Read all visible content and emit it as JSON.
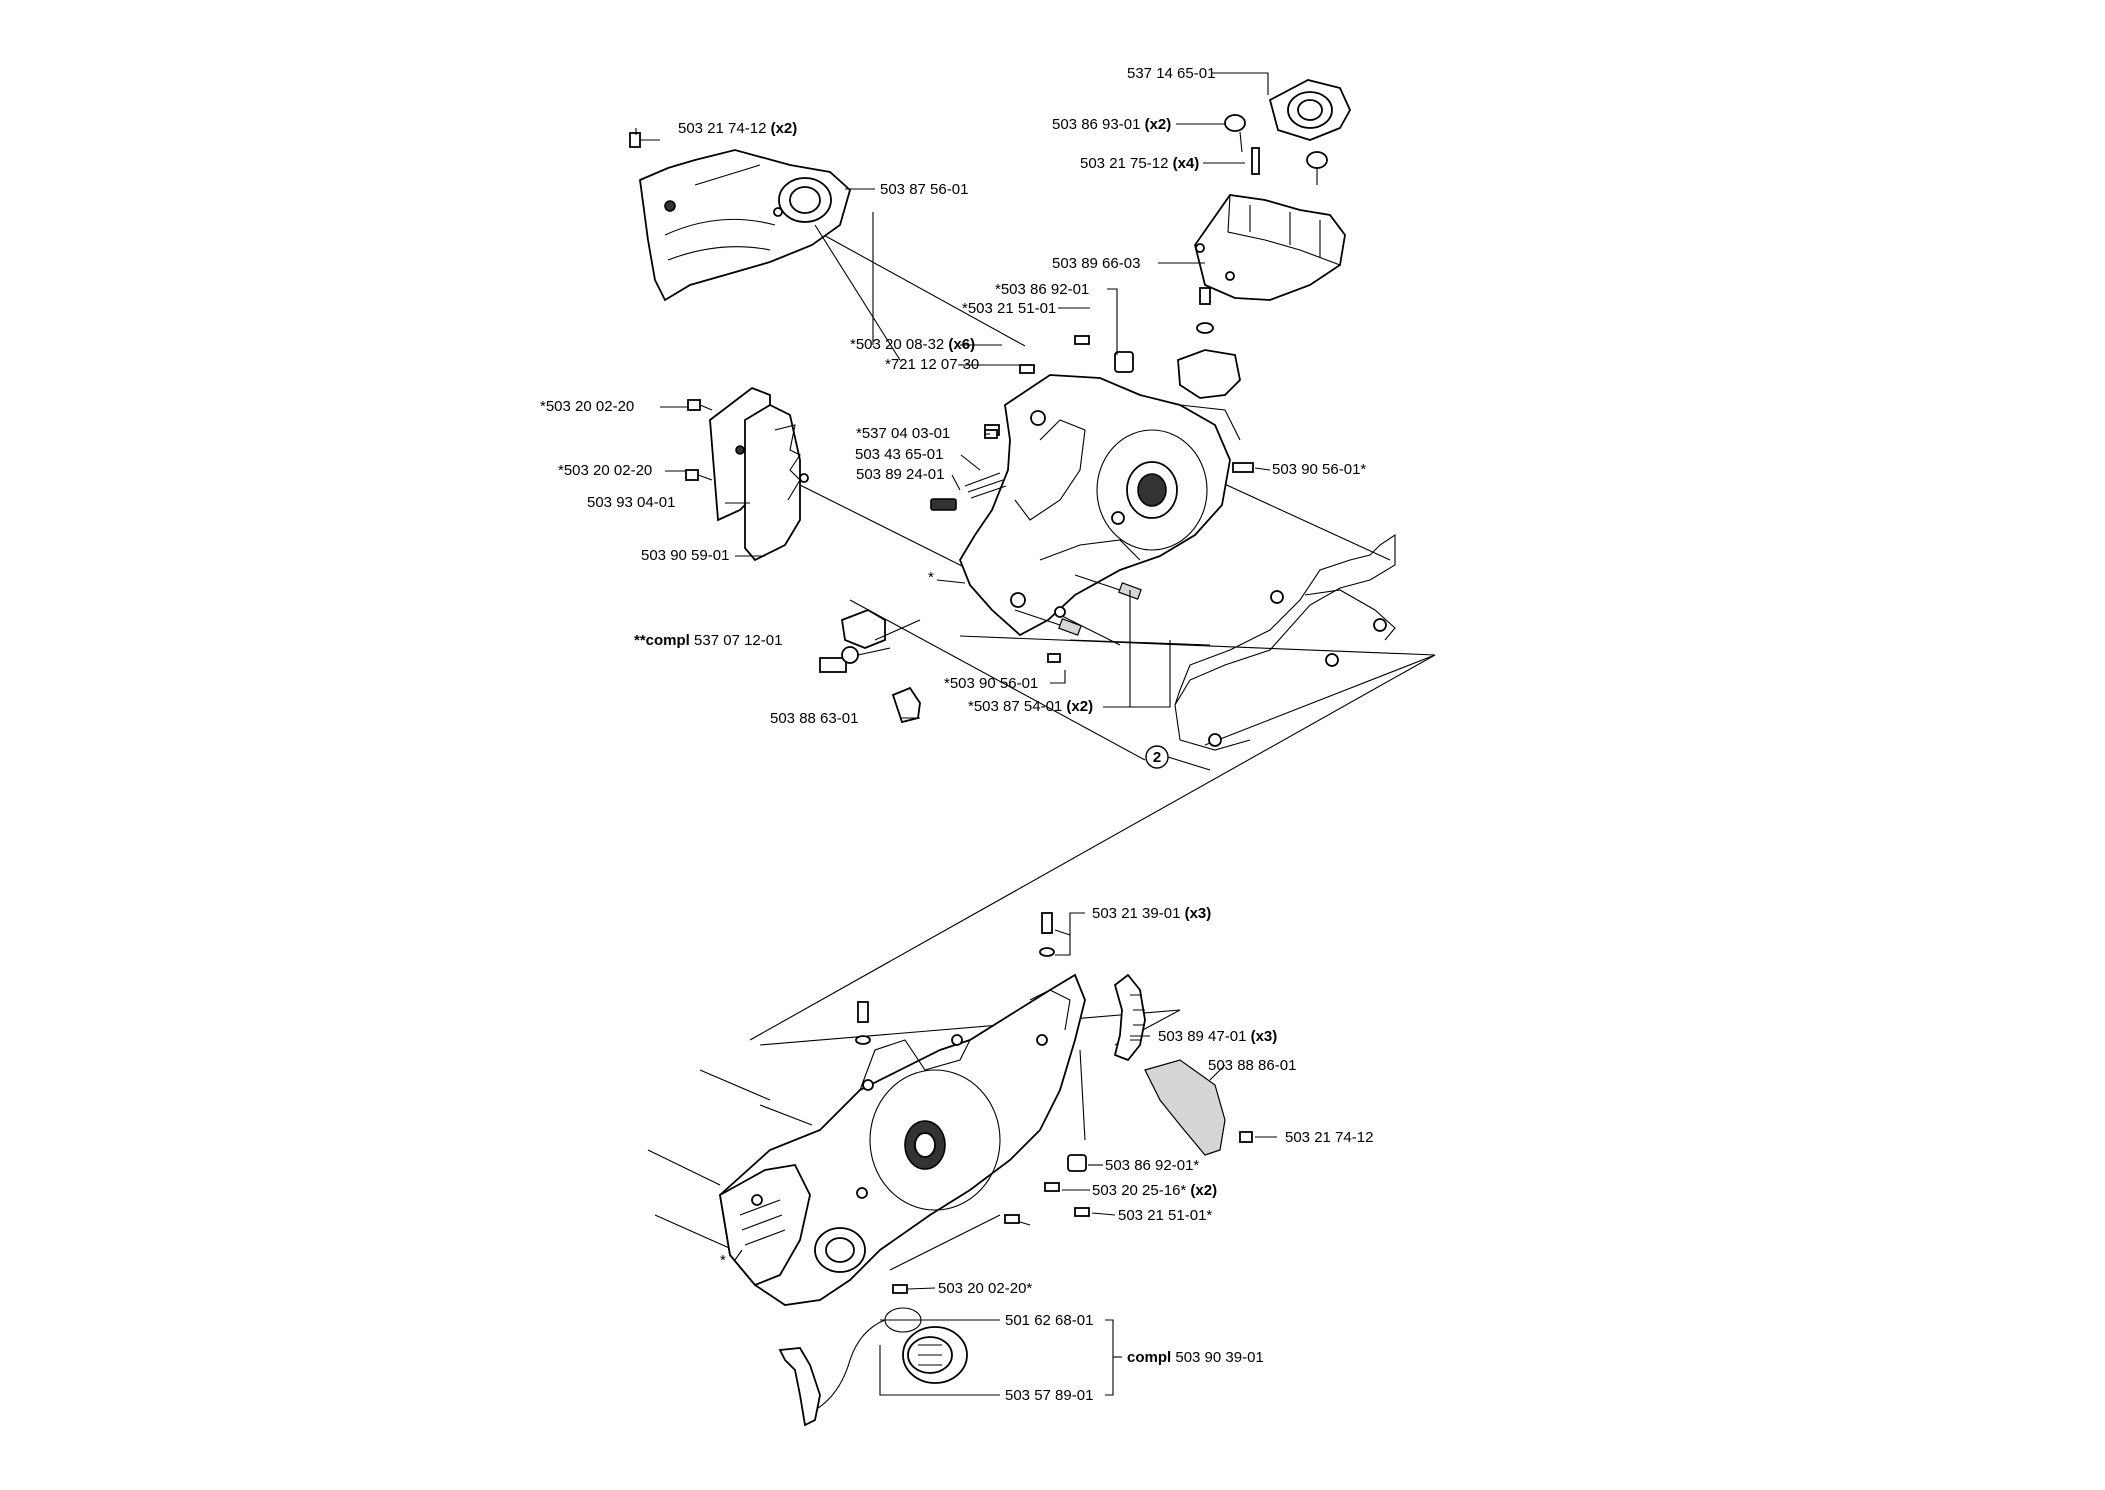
{
  "labels": [
    {
      "id": "l1",
      "num": "537 14 65-01",
      "qty": ""
    },
    {
      "id": "l2",
      "num": "503 86 93-01",
      "qty": "(x2)"
    },
    {
      "id": "l3",
      "num": "503 21 75-12",
      "qty": "(x4)"
    },
    {
      "id": "l4",
      "num": "503 89 66-03",
      "qty": ""
    },
    {
      "id": "l5",
      "num": "503 21 74-12",
      "qty": "(x2)"
    },
    {
      "id": "l6",
      "num": "503 87 56-01",
      "qty": ""
    },
    {
      "id": "l7",
      "num": "*503 86 92-01",
      "qty": ""
    },
    {
      "id": "l8",
      "num": "*503 21 51-01",
      "qty": ""
    },
    {
      "id": "l9",
      "num": "*503 20 08-32",
      "qty": "(x6)"
    },
    {
      "id": "l10",
      "num": "*721 12 07-30",
      "qty": ""
    },
    {
      "id": "l11",
      "num": "*503 20 02-20",
      "qty": ""
    },
    {
      "id": "l12",
      "num": "*537 04 03-01",
      "qty": ""
    },
    {
      "id": "l13",
      "num": "503 43 65-01",
      "qty": ""
    },
    {
      "id": "l14",
      "num": "503 89 24-01",
      "qty": ""
    },
    {
      "id": "l15",
      "num": "*503 20 02-20",
      "qty": ""
    },
    {
      "id": "l16",
      "num": "503 93 04-01",
      "qty": ""
    },
    {
      "id": "l17",
      "num": "503 90 56-01*",
      "qty": ""
    },
    {
      "id": "l18",
      "num": "503 90 59-01",
      "qty": ""
    },
    {
      "id": "l19",
      "num": "*",
      "qty": ""
    },
    {
      "id": "l20",
      "num": "537 07 12-01",
      "qty": "",
      "prefix": "**compl"
    },
    {
      "id": "l21",
      "num": "*503 90 56-01",
      "qty": ""
    },
    {
      "id": "l22",
      "num": "*503 87 54-01",
      "qty": "(x2)"
    },
    {
      "id": "l23",
      "num": "503 88 63-01",
      "qty": ""
    },
    {
      "id": "l24",
      "num": "503 21 39-01",
      "qty": "(x3)"
    },
    {
      "id": "l25",
      "num": "503 89 47-01",
      "qty": "(x3)"
    },
    {
      "id": "l26",
      "num": "503 88 86-01",
      "qty": ""
    },
    {
      "id": "l27",
      "num": "503 21 74-12",
      "qty": ""
    },
    {
      "id": "l28",
      "num": "503 86 92-01*",
      "qty": ""
    },
    {
      "id": "l29",
      "num": "503 20 25-16*",
      "qty": "(x2)"
    },
    {
      "id": "l30",
      "num": "503 21 51-01*",
      "qty": ""
    },
    {
      "id": "l31",
      "num": "*",
      "qty": ""
    },
    {
      "id": "l32",
      "num": "503 20 02-20*",
      "qty": ""
    },
    {
      "id": "l33",
      "num": "501 62 68-01",
      "qty": ""
    },
    {
      "id": "l34",
      "num": "503 90 39-01",
      "qty": "",
      "prefix": "compl"
    },
    {
      "id": "l35",
      "num": "503 57 89-01",
      "qty": ""
    }
  ],
  "callout": {
    "text": "2"
  }
}
